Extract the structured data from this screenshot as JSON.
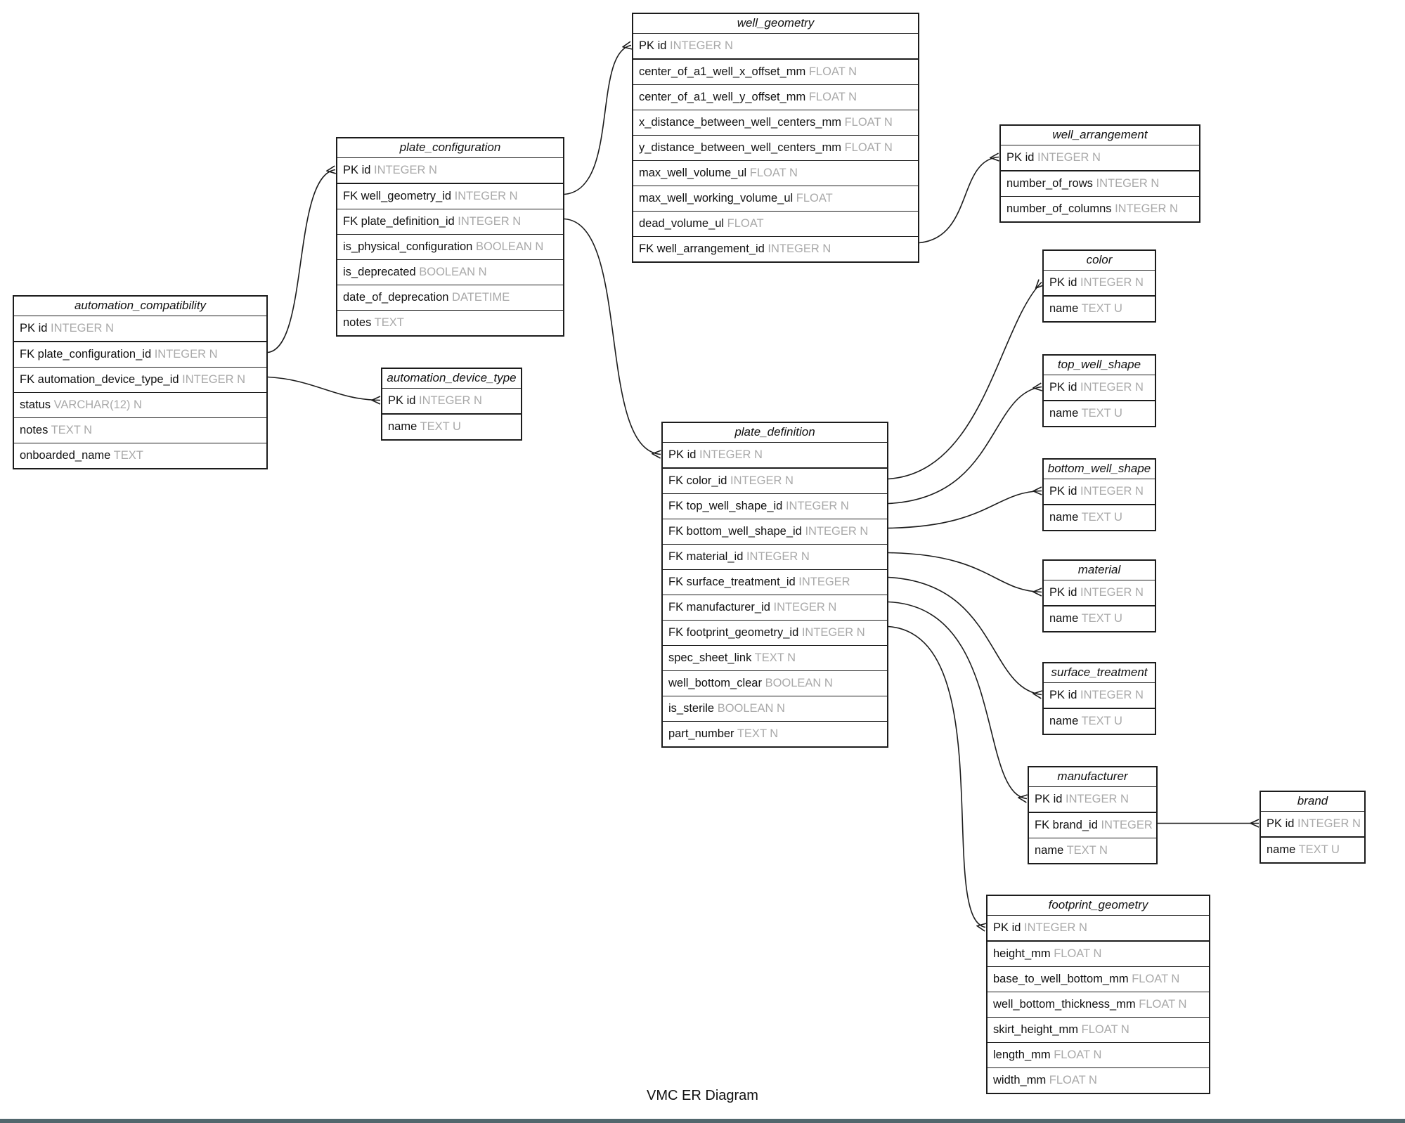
{
  "caption": "VMC ER Diagram",
  "colors": {
    "line": "#1c1c1c",
    "field_type_text": "#a9a9a9",
    "bottom_bar": "#52676d",
    "background": "#ffffff"
  },
  "entities": [
    {
      "id": "well_geometry",
      "title": "well_geometry",
      "fields": [
        {
          "label": "PK id",
          "type": "INTEGER N"
        },
        {
          "label": "center_of_a1_well_x_offset_mm",
          "type": "FLOAT N"
        },
        {
          "label": "center_of_a1_well_y_offset_mm",
          "type": "FLOAT N"
        },
        {
          "label": "x_distance_between_well_centers_mm",
          "type": "FLOAT N"
        },
        {
          "label": "y_distance_between_well_centers_mm",
          "type": "FLOAT N"
        },
        {
          "label": "max_well_volume_ul",
          "type": "FLOAT N"
        },
        {
          "label": "max_well_working_volume_ul",
          "type": "FLOAT"
        },
        {
          "label": "dead_volume_ul",
          "type": "FLOAT"
        },
        {
          "label": "FK well_arrangement_id",
          "type": "INTEGER N"
        }
      ]
    },
    {
      "id": "plate_configuration",
      "title": "plate_configuration",
      "fields": [
        {
          "label": "PK id",
          "type": "INTEGER N"
        },
        {
          "label": "FK well_geometry_id",
          "type": "INTEGER N"
        },
        {
          "label": "FK plate_definition_id",
          "type": "INTEGER N"
        },
        {
          "label": "is_physical_configuration",
          "type": "BOOLEAN N"
        },
        {
          "label": "is_deprecated",
          "type": "BOOLEAN N"
        },
        {
          "label": "date_of_deprecation",
          "type": "DATETIME"
        },
        {
          "label": "notes",
          "type": "TEXT"
        }
      ]
    },
    {
      "id": "automation_compatibility",
      "title": "automation_compatibility",
      "fields": [
        {
          "label": "PK id",
          "type": "INTEGER N"
        },
        {
          "label": "FK plate_configuration_id",
          "type": "INTEGER N"
        },
        {
          "label": "FK automation_device_type_id",
          "type": "INTEGER N"
        },
        {
          "label": "status",
          "type": "VARCHAR(12) N"
        },
        {
          "label": "notes",
          "type": "TEXT N"
        },
        {
          "label": "onboarded_name",
          "type": "TEXT"
        }
      ]
    },
    {
      "id": "automation_device_type",
      "title": "automation_device_type",
      "fields": [
        {
          "label": "PK id",
          "type": "INTEGER N"
        },
        {
          "label": "name",
          "type": "TEXT U"
        }
      ]
    },
    {
      "id": "well_arrangement",
      "title": "well_arrangement",
      "fields": [
        {
          "label": "PK id",
          "type": "INTEGER N"
        },
        {
          "label": "number_of_rows",
          "type": "INTEGER N"
        },
        {
          "label": "number_of_columns",
          "type": "INTEGER N"
        }
      ]
    },
    {
      "id": "color",
      "title": "color",
      "fields": [
        {
          "label": "PK id",
          "type": "INTEGER N"
        },
        {
          "label": "name",
          "type": "TEXT U"
        }
      ]
    },
    {
      "id": "top_well_shape",
      "title": "top_well_shape",
      "fields": [
        {
          "label": "PK id",
          "type": "INTEGER N"
        },
        {
          "label": "name",
          "type": "TEXT U"
        }
      ]
    },
    {
      "id": "bottom_well_shape",
      "title": "bottom_well_shape",
      "fields": [
        {
          "label": "PK id",
          "type": "INTEGER N"
        },
        {
          "label": "name",
          "type": "TEXT U"
        }
      ]
    },
    {
      "id": "material",
      "title": "material",
      "fields": [
        {
          "label": "PK id",
          "type": "INTEGER N"
        },
        {
          "label": "name",
          "type": "TEXT U"
        }
      ]
    },
    {
      "id": "surface_treatment",
      "title": "surface_treatment",
      "fields": [
        {
          "label": "PK id",
          "type": "INTEGER N"
        },
        {
          "label": "name",
          "type": "TEXT U"
        }
      ]
    },
    {
      "id": "manufacturer",
      "title": "manufacturer",
      "fields": [
        {
          "label": "PK id",
          "type": "INTEGER N"
        },
        {
          "label": "FK brand_id",
          "type": "INTEGER"
        },
        {
          "label": "name",
          "type": "TEXT N"
        }
      ]
    },
    {
      "id": "brand",
      "title": "brand",
      "fields": [
        {
          "label": "PK id",
          "type": "INTEGER N"
        },
        {
          "label": "name",
          "type": "TEXT U"
        }
      ]
    },
    {
      "id": "plate_definition",
      "title": "plate_definition",
      "fields": [
        {
          "label": "PK id",
          "type": "INTEGER N"
        },
        {
          "label": "FK color_id",
          "type": "INTEGER N"
        },
        {
          "label": "FK top_well_shape_id",
          "type": "INTEGER N"
        },
        {
          "label": "FK bottom_well_shape_id",
          "type": "INTEGER N"
        },
        {
          "label": "FK material_id",
          "type": "INTEGER N"
        },
        {
          "label": "FK surface_treatment_id",
          "type": "INTEGER"
        },
        {
          "label": "FK manufacturer_id",
          "type": "INTEGER N"
        },
        {
          "label": "FK footprint_geometry_id",
          "type": "INTEGER N"
        },
        {
          "label": "spec_sheet_link",
          "type": "TEXT N"
        },
        {
          "label": "well_bottom_clear",
          "type": "BOOLEAN N"
        },
        {
          "label": "is_sterile",
          "type": "BOOLEAN N"
        },
        {
          "label": "part_number",
          "type": "TEXT N"
        }
      ]
    },
    {
      "id": "footprint_geometry",
      "title": "footprint_geometry",
      "fields": [
        {
          "label": "PK id",
          "type": "INTEGER N"
        },
        {
          "label": "height_mm",
          "type": "FLOAT N"
        },
        {
          "label": "base_to_well_bottom_mm",
          "type": "FLOAT N"
        },
        {
          "label": "well_bottom_thickness_mm",
          "type": "FLOAT N"
        },
        {
          "label": "skirt_height_mm",
          "type": "FLOAT N"
        },
        {
          "label": "length_mm",
          "type": "FLOAT N"
        },
        {
          "label": "width_mm",
          "type": "FLOAT N"
        }
      ]
    }
  ],
  "relationships": [
    {
      "from": "automation_compatibility.plate_configuration_id",
      "to": "plate_configuration.id"
    },
    {
      "from": "automation_compatibility.automation_device_type_id",
      "to": "automation_device_type.id"
    },
    {
      "from": "plate_configuration.well_geometry_id",
      "to": "well_geometry.id"
    },
    {
      "from": "plate_configuration.plate_definition_id",
      "to": "plate_definition.id"
    },
    {
      "from": "well_geometry.well_arrangement_id",
      "to": "well_arrangement.id"
    },
    {
      "from": "plate_definition.color_id",
      "to": "color.id"
    },
    {
      "from": "plate_definition.top_well_shape_id",
      "to": "top_well_shape.id"
    },
    {
      "from": "plate_definition.bottom_well_shape_id",
      "to": "bottom_well_shape.id"
    },
    {
      "from": "plate_definition.material_id",
      "to": "material.id"
    },
    {
      "from": "plate_definition.surface_treatment_id",
      "to": "surface_treatment.id"
    },
    {
      "from": "plate_definition.manufacturer_id",
      "to": "manufacturer.id"
    },
    {
      "from": "plate_definition.footprint_geometry_id",
      "to": "footprint_geometry.id"
    },
    {
      "from": "manufacturer.brand_id",
      "to": "brand.id"
    }
  ]
}
